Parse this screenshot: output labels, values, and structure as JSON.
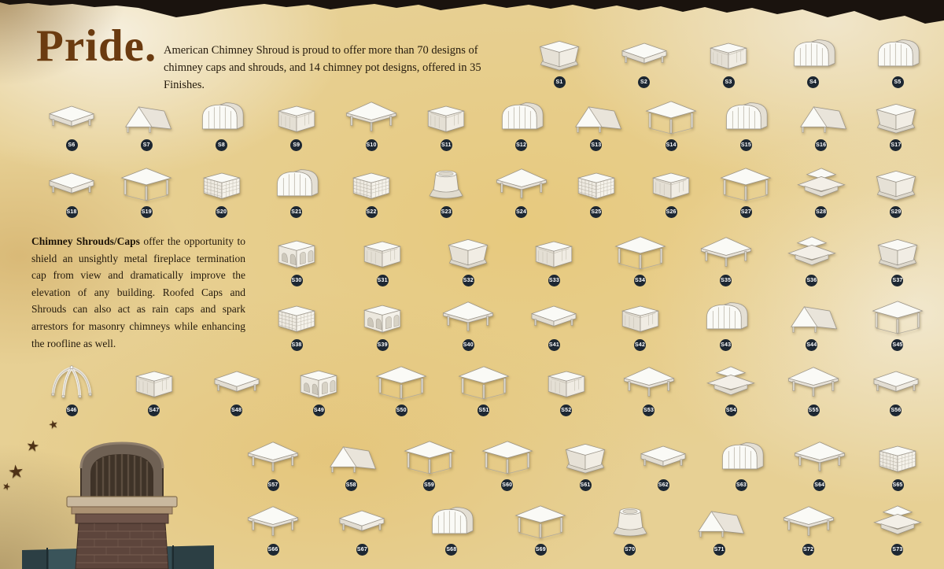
{
  "page": {
    "title": "Pride.",
    "intro": "American Chimney Shroud is proud to offer more than 70 designs of chimney caps and shrouds, and 14 chimney pot designs, offered in 35 Finishes.",
    "body_lead": "Chimney Shrouds/Caps",
    "body_rest": " offer the opportunity to shield an unsightly metal fireplace termination cap from view and dramatically improve the elevation of any building. Roofed Caps and Shrouds can also act as rain caps and spark arrestors for masonry chimneys while enhancing the roofline as well."
  },
  "colors": {
    "title_text": "#6b3b10",
    "body_text": "#241a0c",
    "badge_bg": "#1d2732",
    "badge_text": "#ffffff",
    "background": "#e7d094"
  },
  "decor": {
    "star_glyph": "★",
    "star_count": 4
  },
  "catalog": {
    "rows": [
      {
        "items": [
          {
            "label": "S1",
            "shape": "taper"
          },
          {
            "label": "S2",
            "shape": "flat"
          },
          {
            "label": "S3",
            "shape": "box"
          },
          {
            "label": "S4",
            "shape": "barrel"
          },
          {
            "label": "S5",
            "shape": "barrel"
          }
        ]
      },
      {
        "items": [
          {
            "label": "S6",
            "shape": "flat"
          },
          {
            "label": "S7",
            "shape": "gable"
          },
          {
            "label": "S8",
            "shape": "barrel"
          },
          {
            "label": "S9",
            "shape": "box"
          },
          {
            "label": "S10",
            "shape": "hip"
          },
          {
            "label": "S11",
            "shape": "box"
          },
          {
            "label": "S12",
            "shape": "barrel"
          },
          {
            "label": "S13",
            "shape": "gable"
          },
          {
            "label": "S14",
            "shape": "pavilion"
          },
          {
            "label": "S15",
            "shape": "barrel"
          },
          {
            "label": "S16",
            "shape": "gable"
          },
          {
            "label": "S17",
            "shape": "taper"
          }
        ]
      },
      {
        "items": [
          {
            "label": "S18",
            "shape": "flat"
          },
          {
            "label": "S19",
            "shape": "pavilion"
          },
          {
            "label": "S20",
            "shape": "lattice"
          },
          {
            "label": "S21",
            "shape": "barrel"
          },
          {
            "label": "S22",
            "shape": "lattice"
          },
          {
            "label": "S23",
            "shape": "pot"
          },
          {
            "label": "S24",
            "shape": "hip"
          },
          {
            "label": "S25",
            "shape": "lattice"
          },
          {
            "label": "S26",
            "shape": "box"
          },
          {
            "label": "S27",
            "shape": "pavilion"
          },
          {
            "label": "S28",
            "shape": "pagoda"
          },
          {
            "label": "S29",
            "shape": "taper"
          }
        ]
      },
      {
        "items": [
          {
            "label": "S30",
            "shape": "arch"
          },
          {
            "label": "S31",
            "shape": "box"
          },
          {
            "label": "S32",
            "shape": "taper"
          },
          {
            "label": "S33",
            "shape": "box"
          },
          {
            "label": "S34",
            "shape": "pavilion"
          },
          {
            "label": "S35",
            "shape": "hip"
          },
          {
            "label": "S36",
            "shape": "pagoda"
          },
          {
            "label": "S37",
            "shape": "taper"
          }
        ]
      },
      {
        "items": [
          {
            "label": "S38",
            "shape": "lattice"
          },
          {
            "label": "S39",
            "shape": "arch"
          },
          {
            "label": "S40",
            "shape": "hip"
          },
          {
            "label": "S41",
            "shape": "flat"
          },
          {
            "label": "S42",
            "shape": "box"
          },
          {
            "label": "S43",
            "shape": "barrel"
          },
          {
            "label": "S44",
            "shape": "gable"
          },
          {
            "label": "S45",
            "shape": "pavilion"
          }
        ]
      },
      {
        "items": [
          {
            "label": "S46",
            "shape": "dome"
          },
          {
            "label": "S47",
            "shape": "box"
          },
          {
            "label": "S48",
            "shape": "flat"
          },
          {
            "label": "S49",
            "shape": "arch"
          },
          {
            "label": "S50",
            "shape": "pavilion"
          },
          {
            "label": "S51",
            "shape": "pavilion"
          },
          {
            "label": "S52",
            "shape": "box"
          },
          {
            "label": "S53",
            "shape": "hip"
          },
          {
            "label": "S54",
            "shape": "pagoda"
          },
          {
            "label": "S55",
            "shape": "hip"
          },
          {
            "label": "S56",
            "shape": "flat"
          }
        ]
      },
      {
        "items": [
          {
            "label": "S57",
            "shape": "hip"
          },
          {
            "label": "S58",
            "shape": "gable"
          },
          {
            "label": "S59",
            "shape": "pavilion"
          },
          {
            "label": "S60",
            "shape": "pavilion"
          },
          {
            "label": "S61",
            "shape": "taper"
          },
          {
            "label": "S62",
            "shape": "flat"
          },
          {
            "label": "S63",
            "shape": "barrel"
          },
          {
            "label": "S64",
            "shape": "hip"
          },
          {
            "label": "S65",
            "shape": "lattice"
          }
        ]
      },
      {
        "items": [
          {
            "label": "S66",
            "shape": "hip"
          },
          {
            "label": "S67",
            "shape": "flat"
          },
          {
            "label": "S68",
            "shape": "barrel"
          },
          {
            "label": "S69",
            "shape": "pavilion"
          },
          {
            "label": "S70",
            "shape": "pot"
          },
          {
            "label": "S71",
            "shape": "gable"
          },
          {
            "label": "S72",
            "shape": "hip"
          },
          {
            "label": "S73",
            "shape": "pagoda"
          }
        ]
      }
    ]
  }
}
